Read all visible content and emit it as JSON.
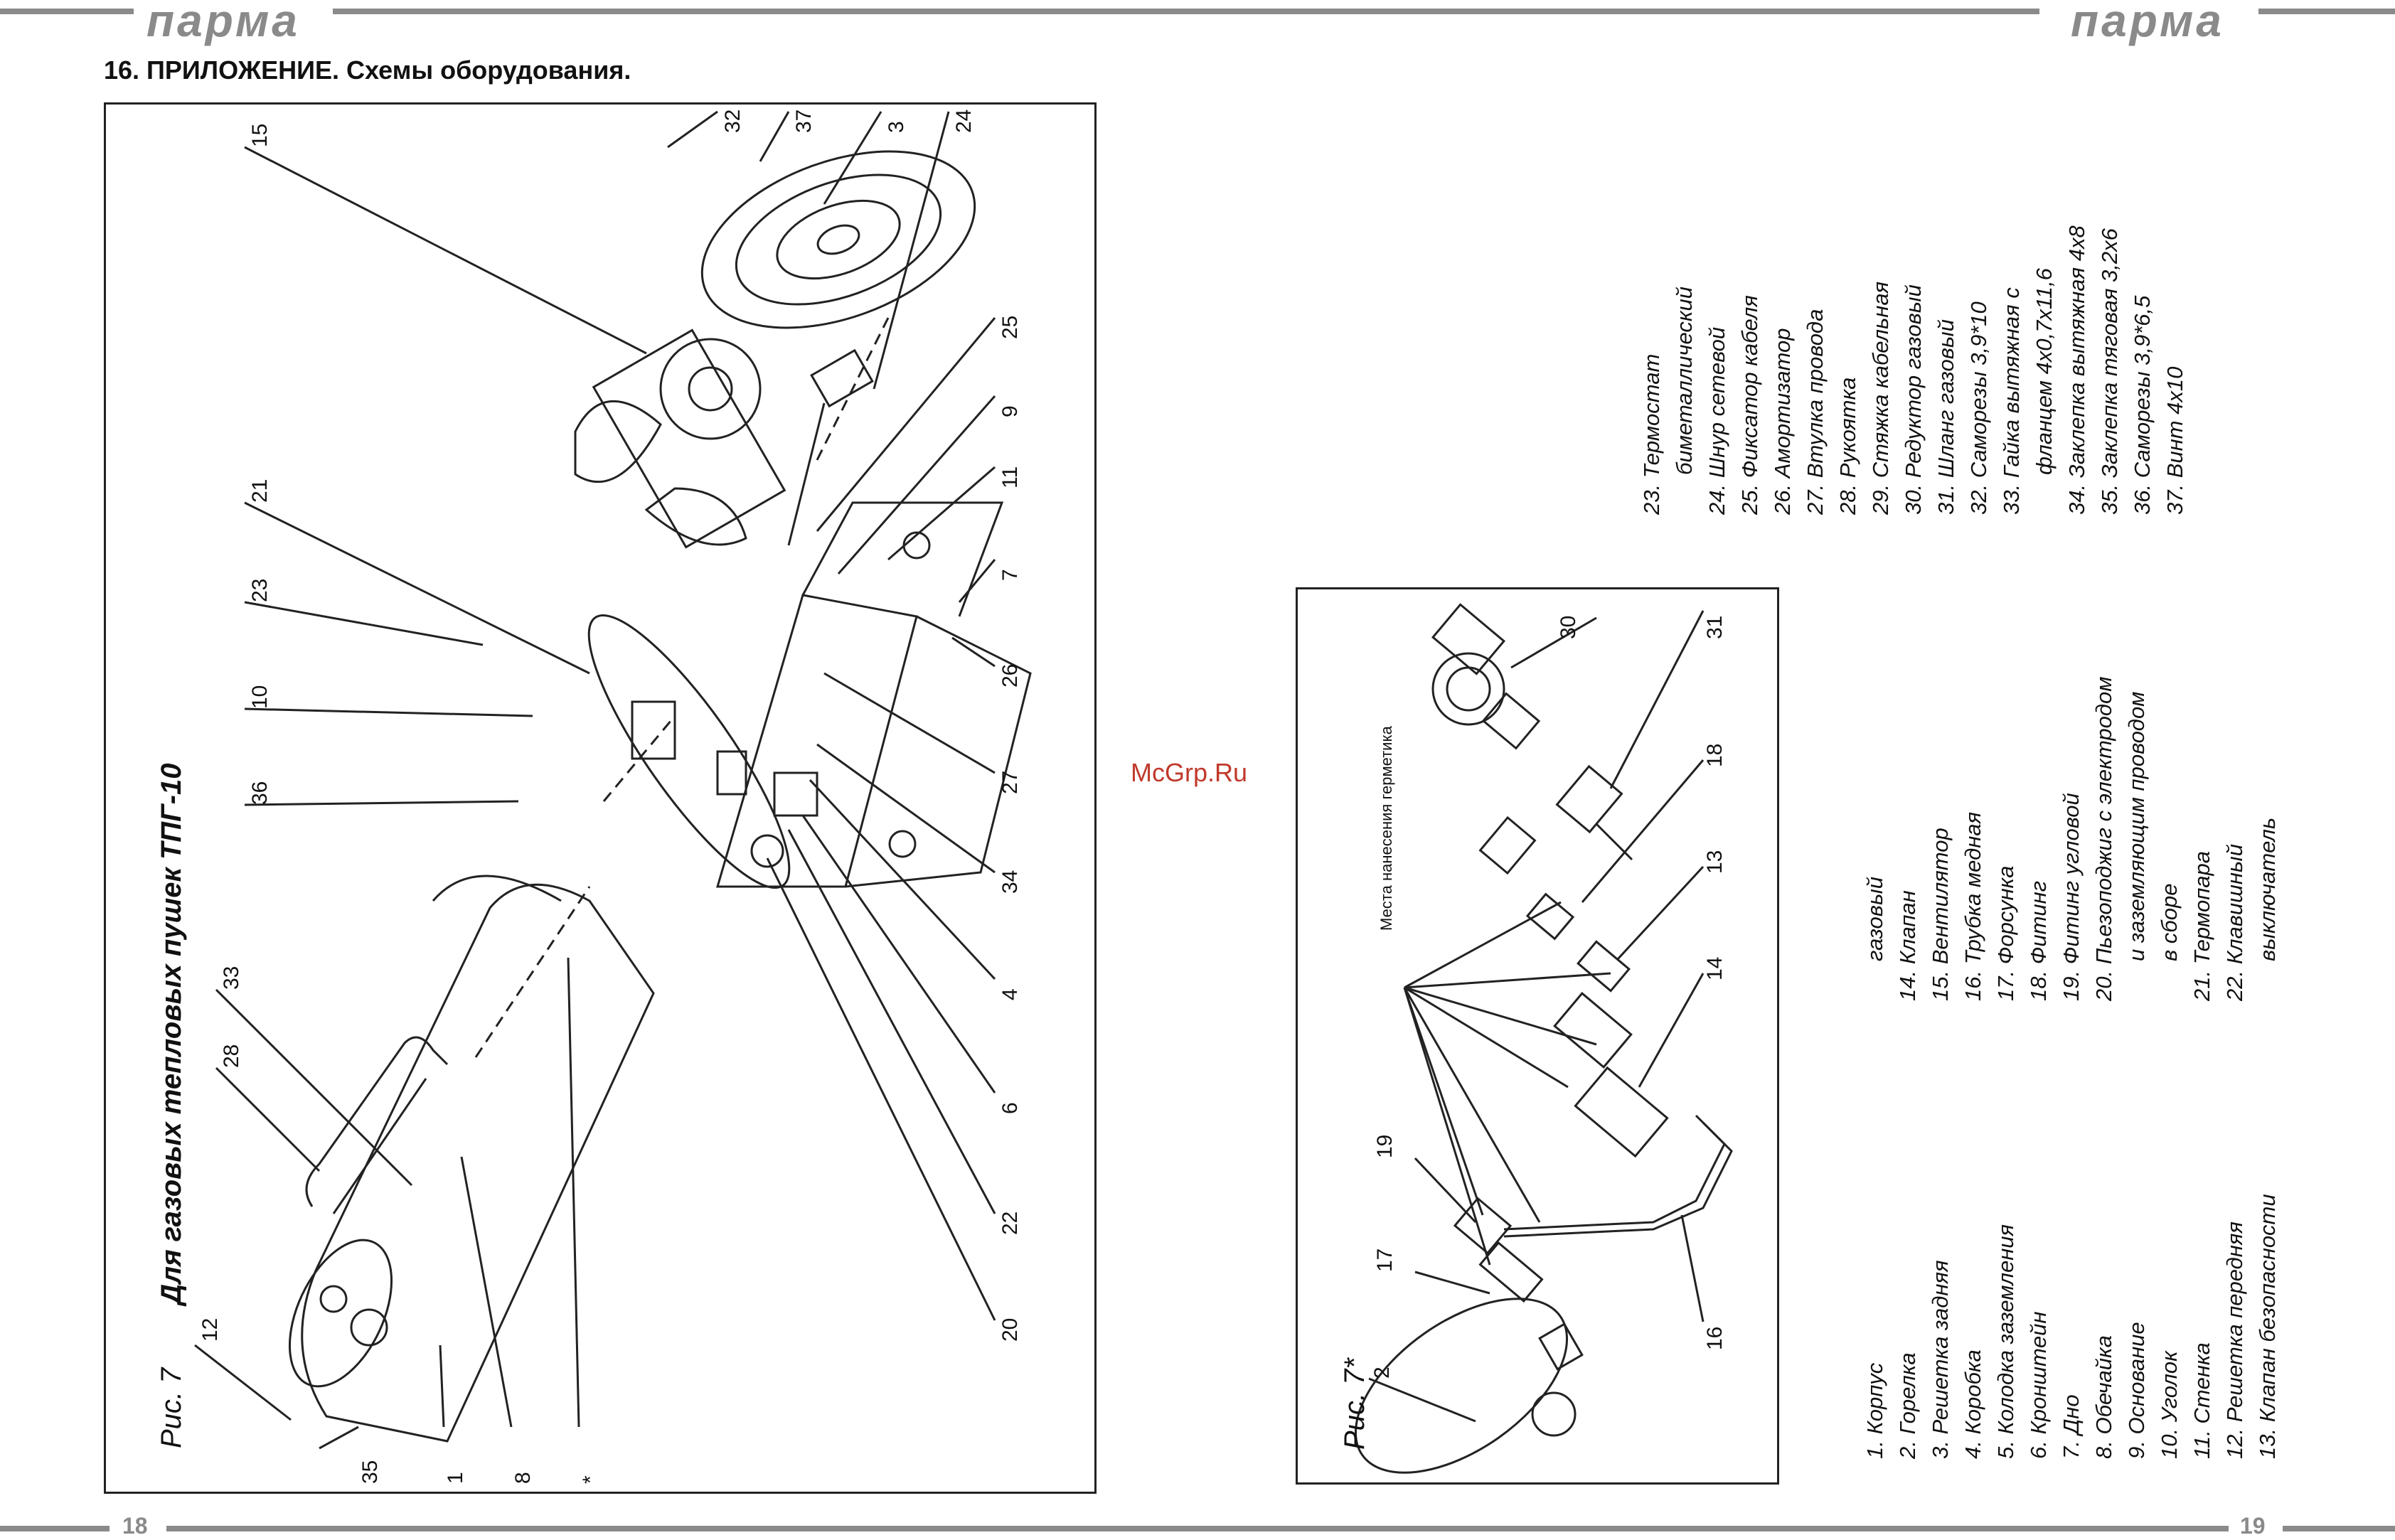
{
  "header": {
    "logo_left": "парма",
    "logo_right": "парма"
  },
  "section": {
    "title": "16. ПРИЛОЖЕНИЕ. Схемы оборудования."
  },
  "fig7": {
    "label": "Рис. 7",
    "title": "Для газовых тепловых пушек ТПГ-10",
    "callouts_left": [
      "12",
      "28",
      "33",
      "36",
      "10",
      "23",
      "21",
      "15"
    ],
    "callouts_bottom": [
      "35",
      "1",
      "8",
      "*"
    ],
    "callouts_right": [
      "32",
      "37",
      "3",
      "24",
      "25",
      "9",
      "11",
      "7",
      "26",
      "27",
      "34",
      "4",
      "6",
      "22",
      "20"
    ]
  },
  "fig7star": {
    "label": "Рис. 7*",
    "sealant_note": "Места нанесения герметика",
    "callouts_left": [
      "2",
      "17",
      "19"
    ],
    "callouts_right": [
      "30",
      "31",
      "18",
      "13",
      "14",
      "16"
    ]
  },
  "legend": {
    "col1": [
      "1. Корпус",
      "2. Горелка",
      "3. Решетка задняя",
      "4. Коробка",
      "5. Колодка заземления",
      "6. Кронштейн",
      "7. Дно",
      "8. Обечайка",
      "9. Основание",
      "10. Уголок",
      "11. Стенка",
      "12. Решетка передняя",
      "13. Клапан безопасности"
    ],
    "col2": [
      "газовый",
      "14. Клапан",
      "15. Вентилятор",
      "16. Трубка медная",
      "17. Форсунка",
      "18. Фитинг",
      "19. Фитинг угловой",
      "20. Пьезоподжиг с электродом",
      "и заземляющим проводом",
      "в сборе",
      "21. Термопара",
      "22. Клавишный",
      "выключатель"
    ],
    "col3": [
      "23. Термостат",
      "биметаллический",
      "24. Шнур сетевой",
      "25. Фиксатор кабеля",
      "26. Амортизатор",
      "27. Втулка провода",
      "28. Рукоятка",
      "29. Стяжка кабельная",
      "30. Редуктор газовый",
      "31. Шланг газовый",
      "32. Саморезы 3,9*10",
      "33. Гайка вытяжная с",
      "фланцем 4х0,7х11,6",
      "34. Заклепка вытяжная 4х8",
      "35. Заклепка тяговая 3,2х6",
      "36. Саморезы 3,9*6,5",
      "37. Винт 4х10"
    ]
  },
  "watermark": "McGrp.Ru",
  "footer": {
    "page_left": "18",
    "page_right": "19"
  }
}
